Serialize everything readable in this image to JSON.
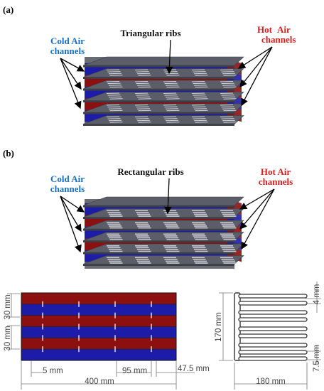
{
  "colors": {
    "cold": "#1c1ca8",
    "hot": "#8c1010",
    "rib": "#5b5e68",
    "cold_label": "#1a6fc4",
    "hot_label": "#d51d1d"
  },
  "panel_a": {
    "label": "(a)",
    "rib_label": "Triangular ribs",
    "cold_line1": "Cold Air",
    "cold_line2": "channels",
    "hot_line1": "Hot",
    "hot_line2": "Air",
    "hot_line3": "channels"
  },
  "panel_b": {
    "label": "(b)",
    "rib_label": "Rectangular ribs",
    "cold_line1": "Cold Air",
    "cold_line2": "channels",
    "hot_line1": "Hot Air",
    "hot_line2": "channels"
  },
  "dims": {
    "d30_top": "30 mm",
    "d30_bottom": "30 mm",
    "d5": "5 mm",
    "d95": "95 mm",
    "d47": "47.5 mm",
    "d400": "400 mm",
    "d170": "170 mm",
    "d4": "4 mm",
    "d75": "7.5 mm",
    "d180": "180 mm"
  }
}
